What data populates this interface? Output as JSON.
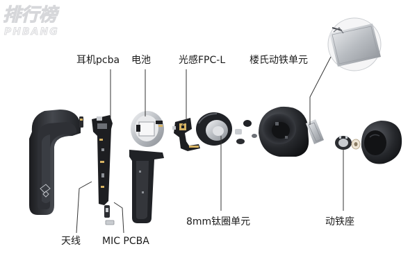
{
  "labels": {
    "earphone_pcba": "耳机pcba",
    "battery": "电池",
    "light_sensor_fpc": "光感FPC-L",
    "knowles_driver": "楼氏动铁单元",
    "driver_8mm": "8mm钛圈单元",
    "balanced_armature_seat": "动铁座",
    "antenna": "天线",
    "mic_pcba": "MIC PCBA"
  },
  "watermark": {
    "text": "排行榜",
    "subtext": "PHBANG"
  },
  "colors": {
    "shell": "#2b2d31",
    "shell_dark": "#141518",
    "shell_highlight": "#4a4d53",
    "pcb": "#1d1e21",
    "gold": "#d8b463",
    "silver": "#c9ccd0",
    "leader": "#333333"
  }
}
